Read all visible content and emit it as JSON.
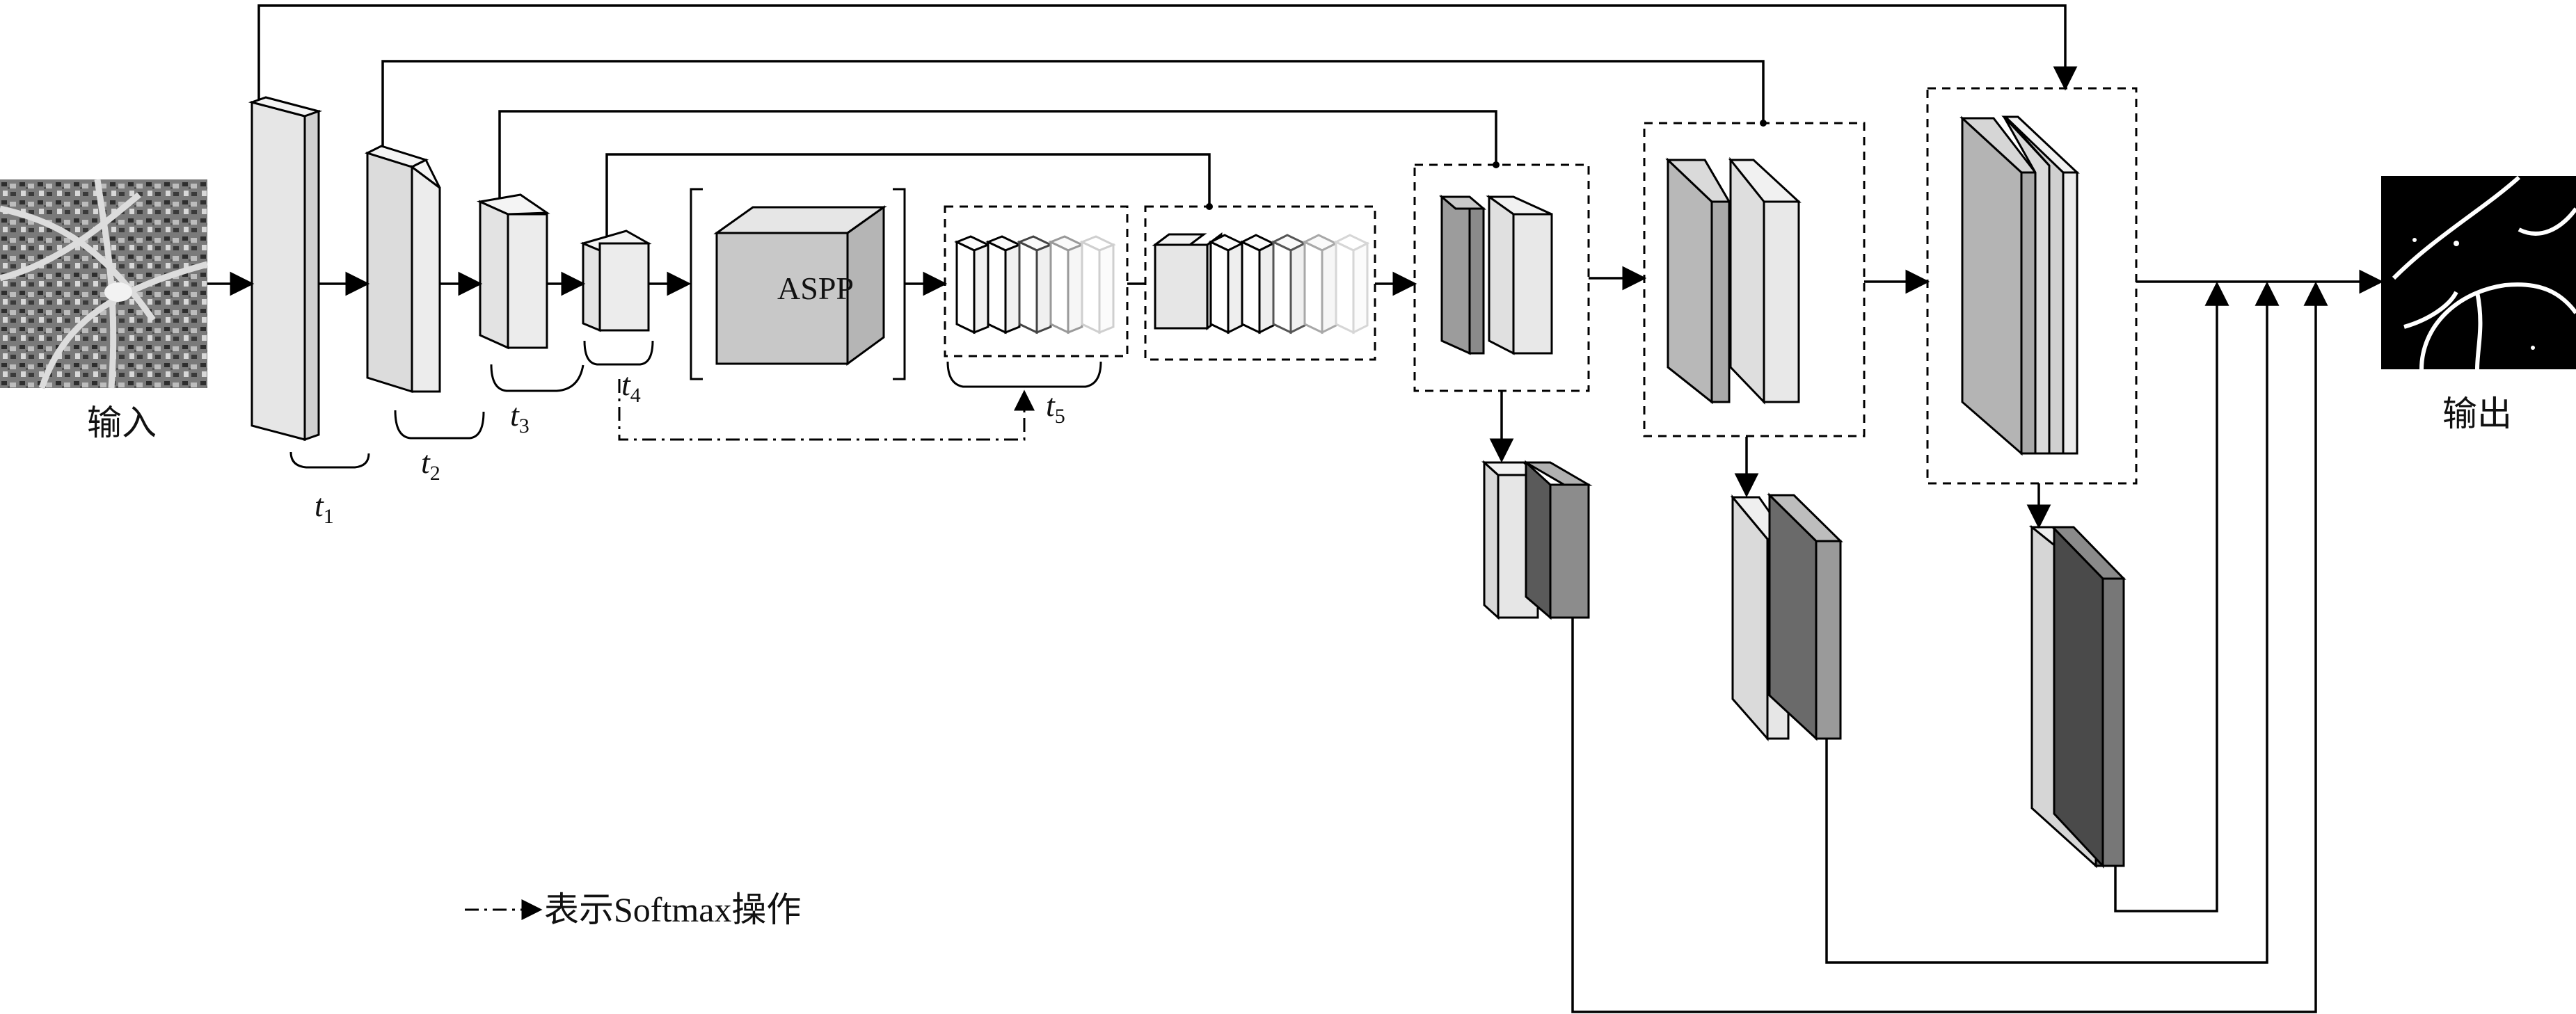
{
  "labels": {
    "input": "输入",
    "output": "输出",
    "aspp": "ASPP",
    "t1": "t",
    "t1_sub": "1",
    "t2": "t",
    "t2_sub": "2",
    "t3": "t",
    "t3_sub": "3",
    "t4": "t",
    "t4_sub": "4",
    "t5": "t",
    "t5_sub": "5",
    "legend": "表示Softmax操作"
  },
  "colors": {
    "light": "#e6e6e6",
    "mid": "#c8c8c8",
    "gray": "#9a9a9a",
    "dark": "#5a5a5a",
    "line": "#000000"
  }
}
